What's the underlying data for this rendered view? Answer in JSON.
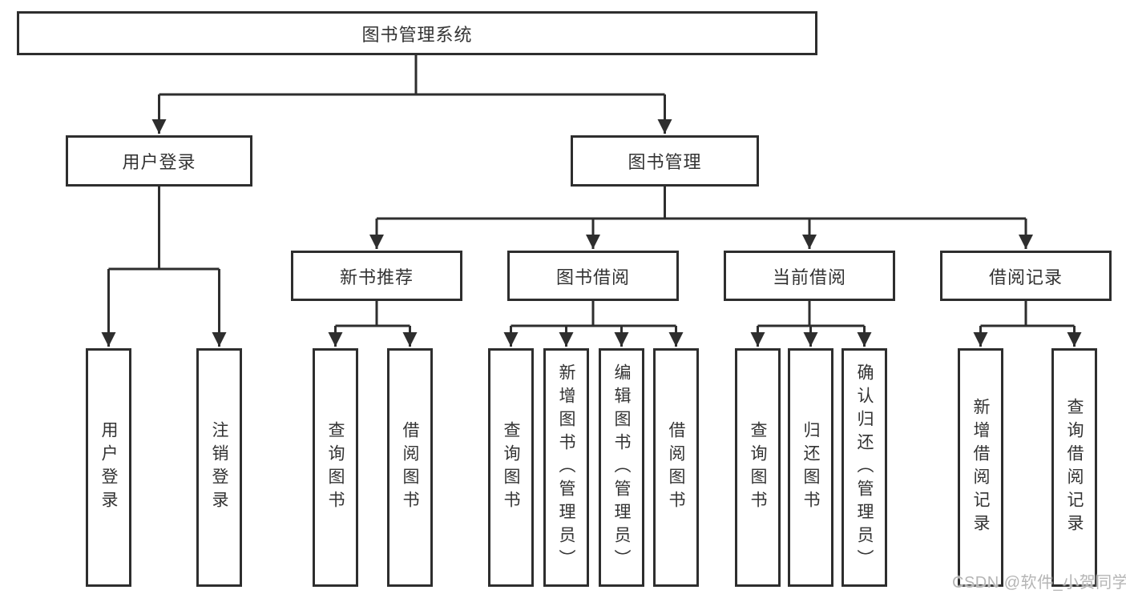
{
  "diagram": {
    "root": "图书管理系统",
    "children": [
      {
        "label": "用户登录",
        "children": [
          "用户登录",
          "注销登录"
        ]
      },
      {
        "label": "图书管理",
        "children": [
          {
            "label": "新书推荐",
            "children": [
              "查询图书",
              "借阅图书"
            ]
          },
          {
            "label": "图书借阅",
            "children": [
              "查询图书",
              "新增图书（管理员）",
              "编辑图书（管理员）",
              "借阅图书"
            ]
          },
          {
            "label": "当前借阅",
            "children": [
              "查询图书",
              "归还图书",
              "确认归还（管理员）"
            ]
          },
          {
            "label": "借阅记录",
            "children": [
              "新增借阅记录",
              "查询借阅记录"
            ]
          }
        ]
      }
    ]
  },
  "watermark": {
    "text": "CSDN @软件_小贺同学"
  },
  "colors": {
    "line": "#2e2e2e",
    "text": "#333333",
    "watermark": "#b5b5b5",
    "background": "#ffffff"
  }
}
